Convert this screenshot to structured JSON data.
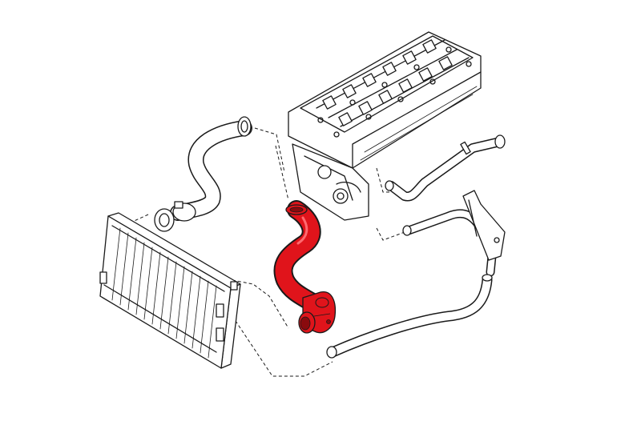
{
  "diagram": {
    "components": [
      "radiator",
      "upper-radiator-hose",
      "cylinder-head",
      "highlighted-lower-hose",
      "thermostat-housing",
      "heater-pipe",
      "expansion-hose",
      "bleed-line"
    ],
    "colors": {
      "ink": "#1a1a1a",
      "highlight": "#e0141b",
      "highlight_dark": "#8a0a0e",
      "background": "#ffffff"
    }
  }
}
